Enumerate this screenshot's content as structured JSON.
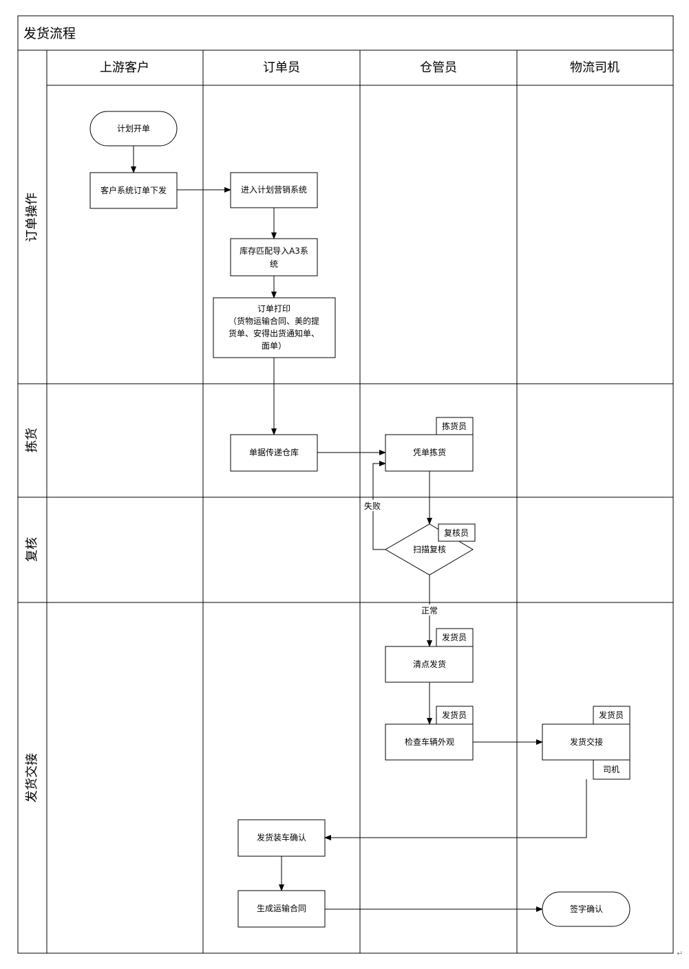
{
  "title": "发货流程",
  "columns": [
    "上游客户",
    "订单员",
    "仓管员",
    "物流司机"
  ],
  "phases": [
    "订单操作",
    "拣货",
    "复核",
    "发货交接"
  ],
  "nodes": {
    "plan_order": "计划开单",
    "customer_issue": "客户系统订单下发",
    "enter_system": "进入计划营销系统",
    "stock_match": [
      "库存匹配导入A3系",
      "统"
    ],
    "print_order": [
      "订单打印",
      "（货物运输合同、美的提",
      "货单、安得出货通知单、",
      "面单）"
    ],
    "deliver_docs": "单据传递仓库",
    "pick": "凭单拣货",
    "scan_check": "扫描复核",
    "count_ship": "清点发货",
    "check_vehicle": "检查车辆外观",
    "handover": "发货交接",
    "load_confirm": "发货装车确认",
    "gen_contract": "生成运输合同",
    "sign_confirm": "签字确认"
  },
  "role_tags": {
    "picker": "拣货员",
    "checker": "复核员",
    "shipper_count": "发货员",
    "shipper_vehicle": "发货员",
    "shipper_handover": "发货员",
    "driver": "司机"
  },
  "edge_labels": {
    "fail": "失败",
    "normal": "正常"
  },
  "page_mark": "↵"
}
